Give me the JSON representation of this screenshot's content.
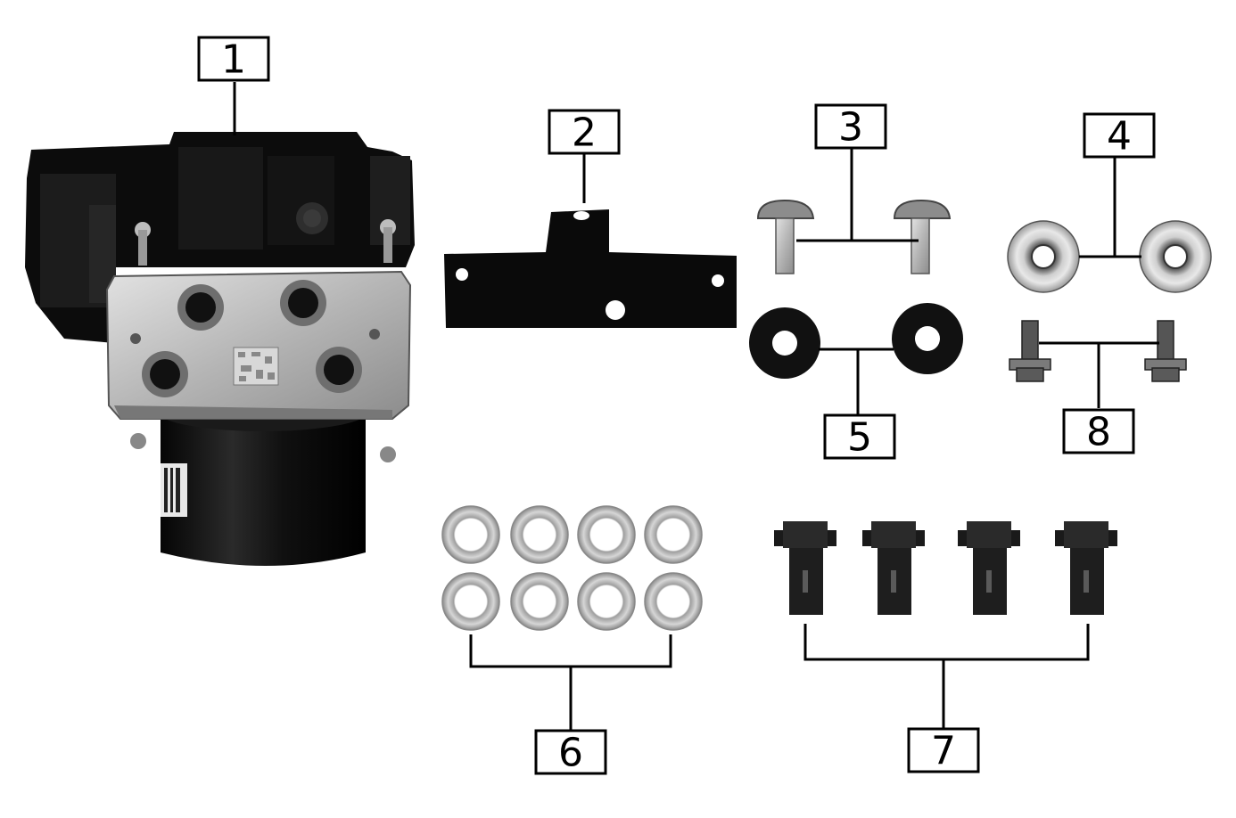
{
  "callouts": [
    {
      "label": "1",
      "part": "abs-modulator-unit"
    },
    {
      "label": "2",
      "part": "mounting-bracket"
    },
    {
      "label": "3",
      "part": "flange-bolts-pair"
    },
    {
      "label": "4",
      "part": "flange-nuts-pair"
    },
    {
      "label": "5",
      "part": "rubber-grommets-pair"
    },
    {
      "label": "6",
      "part": "sealing-washers-set"
    },
    {
      "label": "7",
      "part": "banjo-bolts-set"
    },
    {
      "label": "8",
      "part": "hex-flange-bolts-pair"
    }
  ],
  "colors": {
    "background": "#ffffff",
    "outline": "#000000",
    "dark_part": "#111111",
    "metal_light": "#c8c8c8",
    "metal_mid": "#9a9a9a"
  }
}
